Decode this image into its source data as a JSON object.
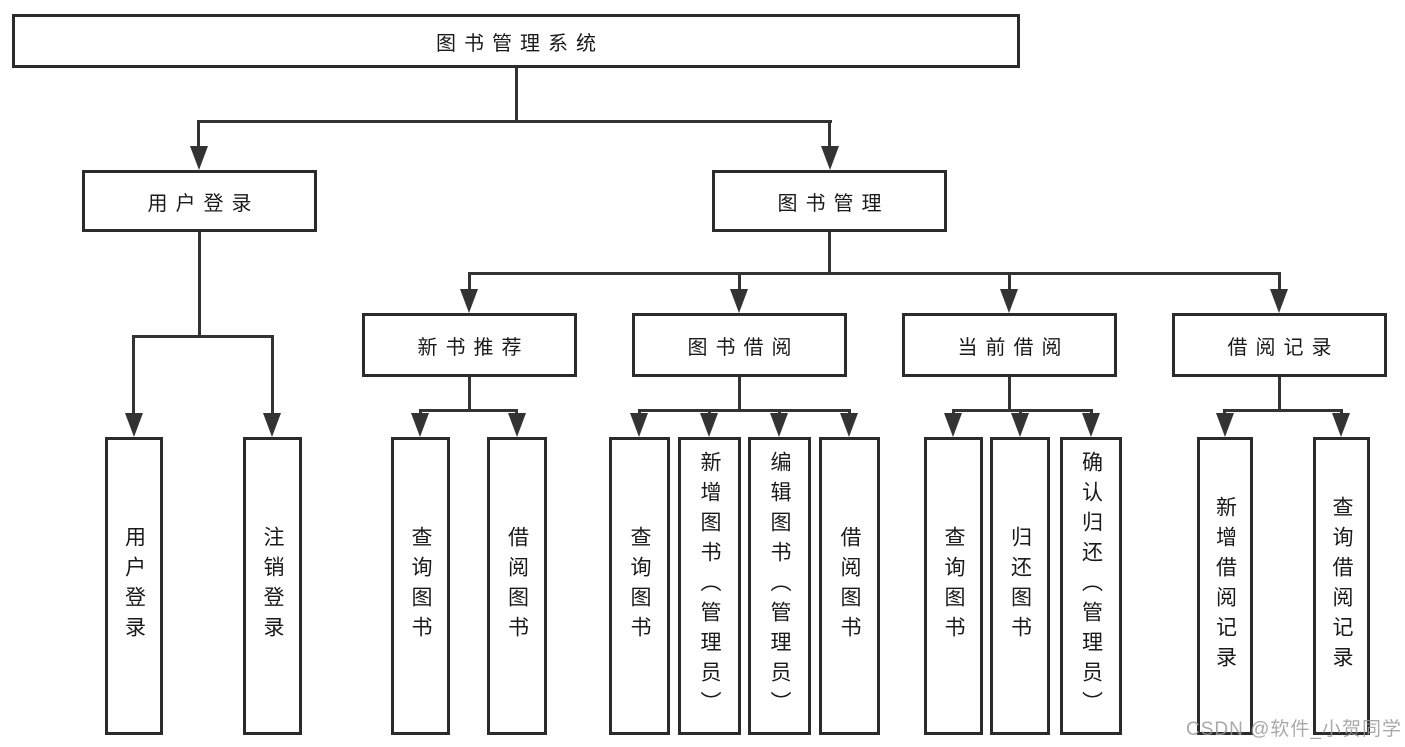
{
  "diagram_title": "图书管理系统",
  "colors": {
    "line": "#333333",
    "box_border": "#2b2b2b",
    "box_background": "#ffffff",
    "text": "#1a1a1a",
    "watermark": "#9b9b9b"
  },
  "watermark": {
    "text": "CSDN @软件_小贺同学"
  },
  "tree": {
    "label": "图书管理系统",
    "children": [
      {
        "label": "用户登录",
        "children": [
          {
            "label": "用户登录"
          },
          {
            "label": "注销登录"
          }
        ]
      },
      {
        "label": "图书管理",
        "children": [
          {
            "label": "新书推荐",
            "children": [
              {
                "label": "查询图书"
              },
              {
                "label": "借阅图书"
              }
            ]
          },
          {
            "label": "图书借阅",
            "children": [
              {
                "label": "查询图书"
              },
              {
                "label": "新增图书（管理员）"
              },
              {
                "label": "编辑图书（管理员）"
              },
              {
                "label": "借阅图书"
              }
            ]
          },
          {
            "label": "当前借阅",
            "children": [
              {
                "label": "查询图书"
              },
              {
                "label": "归还图书"
              },
              {
                "label": "确认归还（管理员）"
              }
            ]
          },
          {
            "label": "借阅记录",
            "children": [
              {
                "label": "新增借阅记录"
              },
              {
                "label": "查询借阅记录"
              }
            ]
          }
        ]
      }
    ]
  }
}
